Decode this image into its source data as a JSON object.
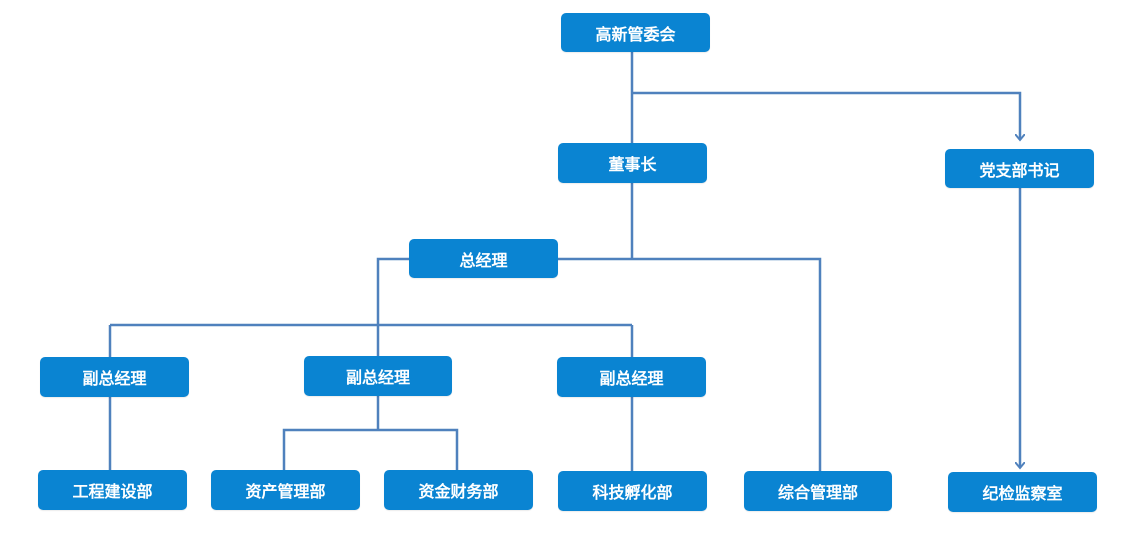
{
  "colors": {
    "node_fill": "#0a84d2",
    "line": "#4f81bd",
    "text": "#ffffff"
  },
  "nodes": {
    "gaoxin": "高新管委会",
    "dongshizhang": "董事长",
    "dangzhibu": "党支部书记",
    "zongjingli": "总经理",
    "fu1": "副总经理",
    "fu2": "副总经理",
    "fu3": "副总经理",
    "gongcheng": "工程建设部",
    "zichan": "资产管理部",
    "zijin": "资金财务部",
    "keji": "科技孵化部",
    "zonghe": "综合管理部",
    "jijian": "纪检监察室"
  }
}
